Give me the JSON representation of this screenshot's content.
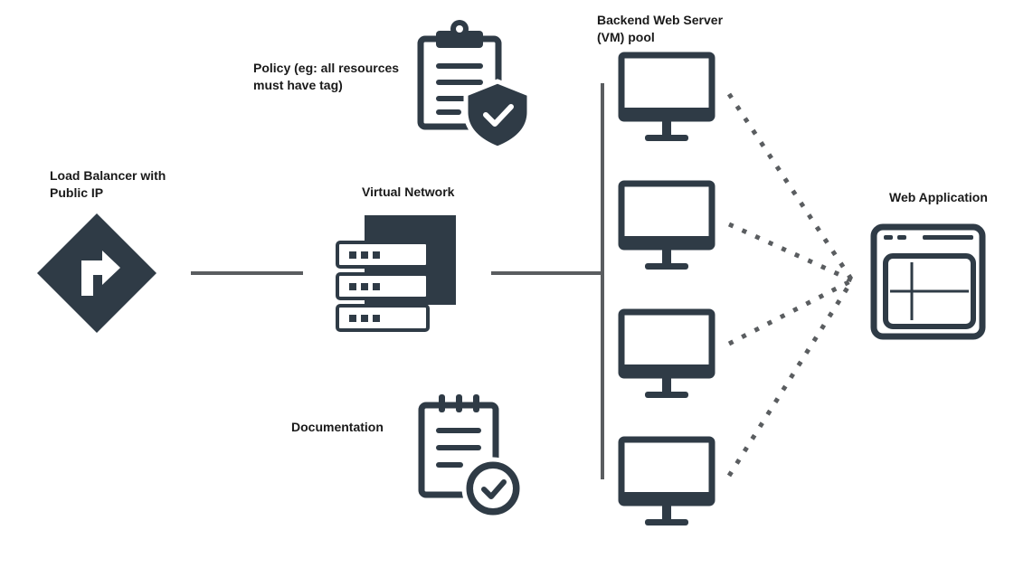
{
  "colors": {
    "icon": "#2f3b46",
    "line": "#5a5d60",
    "dots": "#5a5d60",
    "background": "#ffffff"
  },
  "nodes": {
    "load_balancer": {
      "label_line1": "Load Balancer with",
      "label_line2": "Public IP",
      "icon": "turn-right-arrow-diamond-icon"
    },
    "policy": {
      "label_line1": "Policy (eg: all resources",
      "label_line2": "must have tag)",
      "icon": "clipboard-shield-check-icon"
    },
    "virtual_network": {
      "label": "Virtual Network",
      "icon": "server-stack-icon"
    },
    "documentation": {
      "label": "Documentation",
      "icon": "notepad-check-icon"
    },
    "backend_pool": {
      "label_line1": "Backend Web Server",
      "label_line2": "(VM) pool",
      "icon": "monitor-icon",
      "server_count": 4
    },
    "web_application": {
      "label": "Web Application",
      "icon": "browser-window-icon"
    }
  }
}
